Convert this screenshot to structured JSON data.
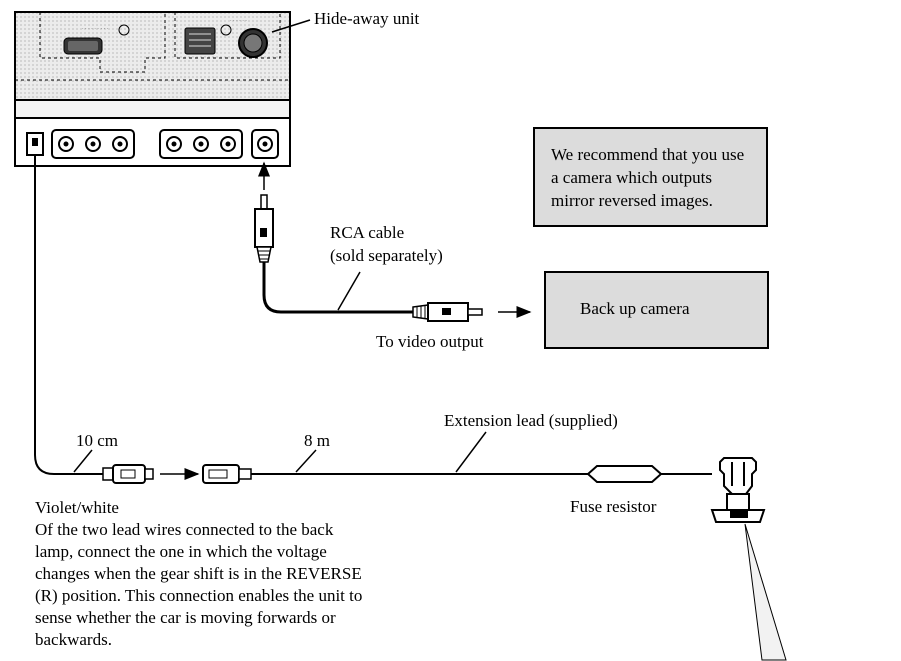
{
  "labels": {
    "hide_away_unit": "Hide-away unit",
    "recommend": [
      "We recommend that you use",
      "a camera which outputs",
      "mirror reversed images."
    ],
    "rca_cable": [
      "RCA cable",
      "(sold separately)"
    ],
    "back_up_camera": "Back up camera",
    "to_video_output": "To video output",
    "extension_lead": "Extension lead (supplied)",
    "length_short": "10 cm",
    "length_long": "8 m",
    "fuse_resistor": "Fuse resistor",
    "wire_color": "Violet/white"
  },
  "note_lines": [
    "Of the two lead wires connected to the back",
    "lamp, connect the one in which the voltage",
    "changes when the gear shift is in the REVERSE",
    "(R) position. This connection enables the unit to",
    "sense whether the car is moving forwards or",
    "backwards."
  ],
  "colors": {
    "box_fill": "#dcdcdc",
    "line": "#000000"
  }
}
